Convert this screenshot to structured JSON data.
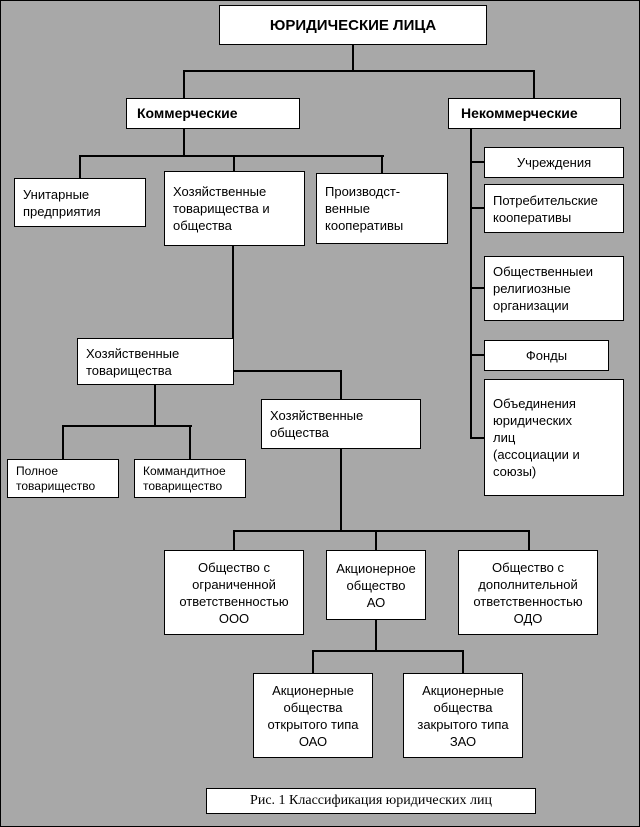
{
  "diagram": {
    "title": "ЮРИДИЧЕСКИЕ ЛИЦА",
    "caption": "Рис. 1 Классификация юридических лиц",
    "colors": {
      "background": "#a8a8a8",
      "box_fill": "#ffffff",
      "line": "#000000"
    },
    "nodes": {
      "root": {
        "label": "ЮРИДИЧЕСКИЕ ЛИЦА"
      },
      "commercial": {
        "label": "Коммерческие"
      },
      "noncommercial": {
        "label": "Некоммерческие"
      },
      "unitary": {
        "label": "Унитарные\nпредприятия"
      },
      "partnerships_societies": {
        "label": "Хозяйственные\nтоварищества и\nобщества"
      },
      "prod_coop": {
        "label": "Производст-\nвенные\nкооперативы"
      },
      "institutions": {
        "label": "Учреждения"
      },
      "consumer_coop": {
        "label": "Потребительские\nкооперативы"
      },
      "public_religious": {
        "label": "Общественныеи\nрелигиозные\nорганизации"
      },
      "funds": {
        "label": "Фонды"
      },
      "associations": {
        "label": "Объединения\nюридических\nлиц\n(ассоциации и\nсоюзы)"
      },
      "econ_partnerships": {
        "label": "Хозяйственные\nтоварищества"
      },
      "econ_societies": {
        "label": "Хозяйственные\nобщества"
      },
      "full_partnership": {
        "label": "Полное\nтоварищество"
      },
      "limited_partnership": {
        "label": "Коммандитное\nтоварищество"
      },
      "ooo": {
        "label": "Общество с\nограниченной\nответственностью\nООО"
      },
      "ao": {
        "label": "Акционерное\nобщество\nАО"
      },
      "odo": {
        "label": "Общество с\nдополнительной\nответственностью\nОДО"
      },
      "oao": {
        "label": "Акционерные\nобщества\nоткрытого типа\nОАО"
      },
      "zao": {
        "label": "Акционерные\nобщества\nзакрытого типа\nЗАО"
      }
    }
  }
}
